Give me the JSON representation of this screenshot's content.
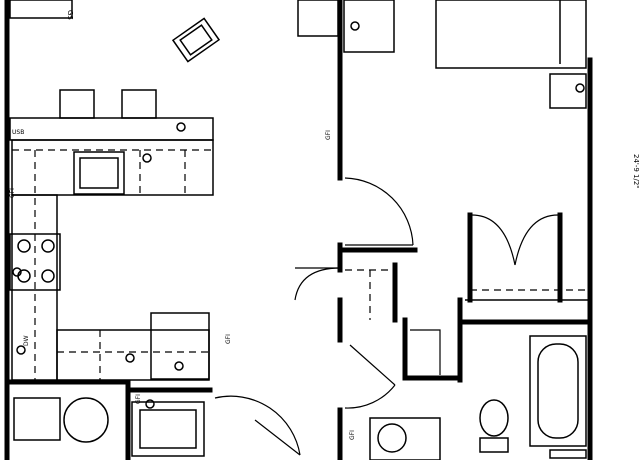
{
  "plan": {
    "labels": {
      "dw_left": "DW",
      "usb": "USB",
      "gfi_left": "GFI",
      "tag_top_left": "GS",
      "gfi_vanity": "GFI",
      "gfi_mid": "GFI",
      "gfi_bath": "GFI",
      "gfi_lower": "GFI",
      "dimension": "24'-9 1/2\""
    }
  }
}
